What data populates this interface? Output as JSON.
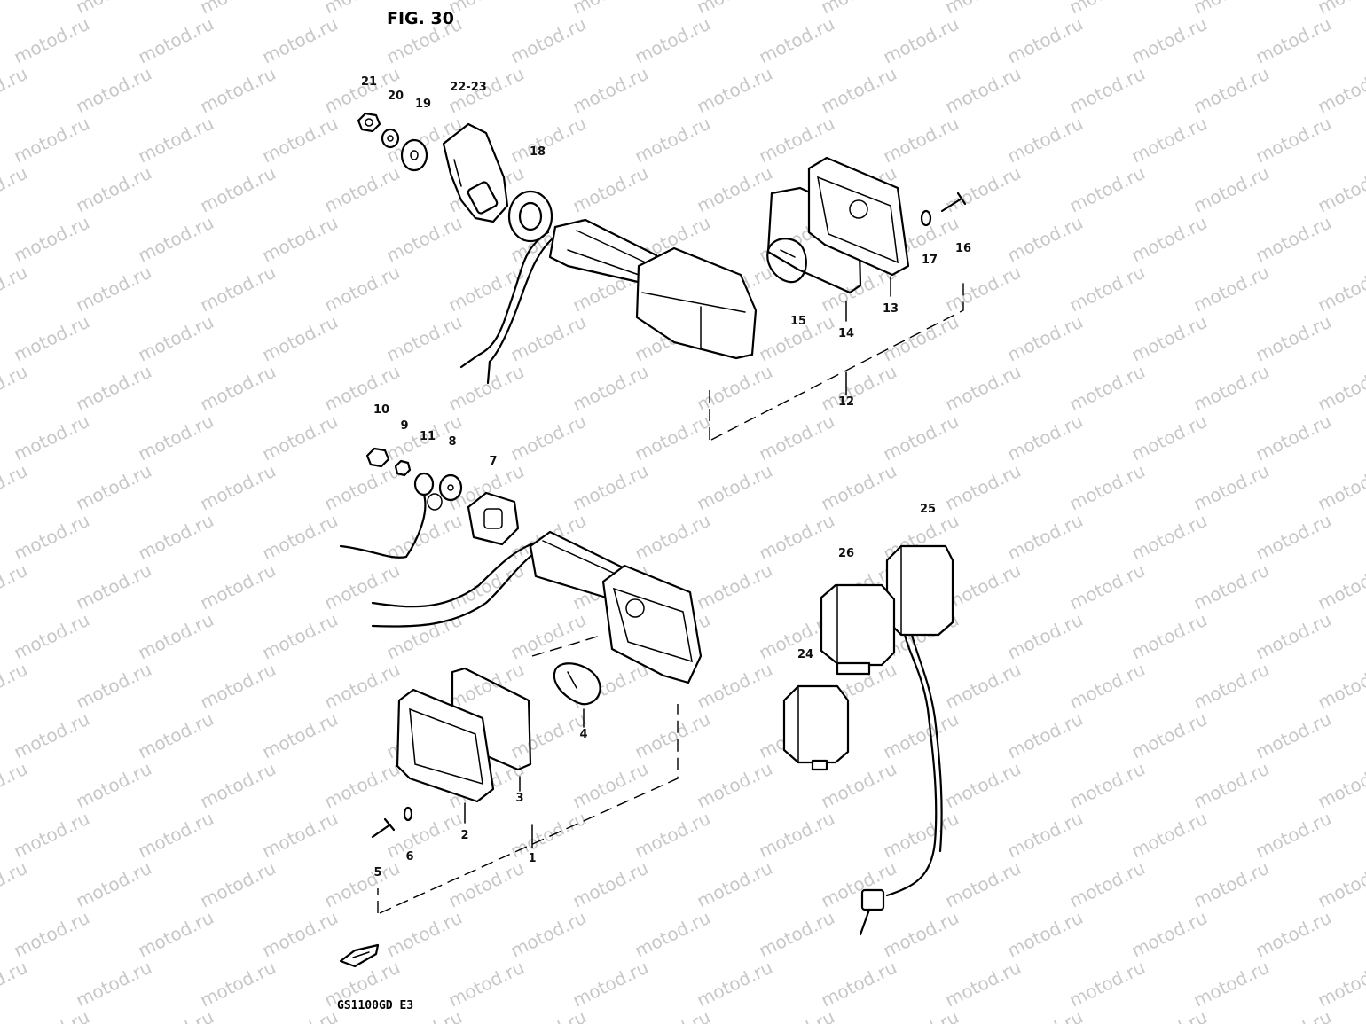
{
  "title": "FIG. 30",
  "model_code": "GS1100GD E3",
  "watermark": "motod.ru",
  "colors": {
    "line": "#000000",
    "background": "#ffffff",
    "watermark": "#c8c8c8"
  },
  "callouts": {
    "c1": "1",
    "c2": "2",
    "c3": "3",
    "c4": "4",
    "c5": "5",
    "c6": "6",
    "c7": "7",
    "c8": "8",
    "c9": "9",
    "c10": "10",
    "c11": "11",
    "c12": "12",
    "c13": "13",
    "c14": "14",
    "c15": "15",
    "c16": "16",
    "c17": "17",
    "c18": "18",
    "c19": "19",
    "c20": "20",
    "c21": "21",
    "c22_23": "22-23",
    "c24": "24",
    "c25": "25",
    "c26": "26"
  }
}
